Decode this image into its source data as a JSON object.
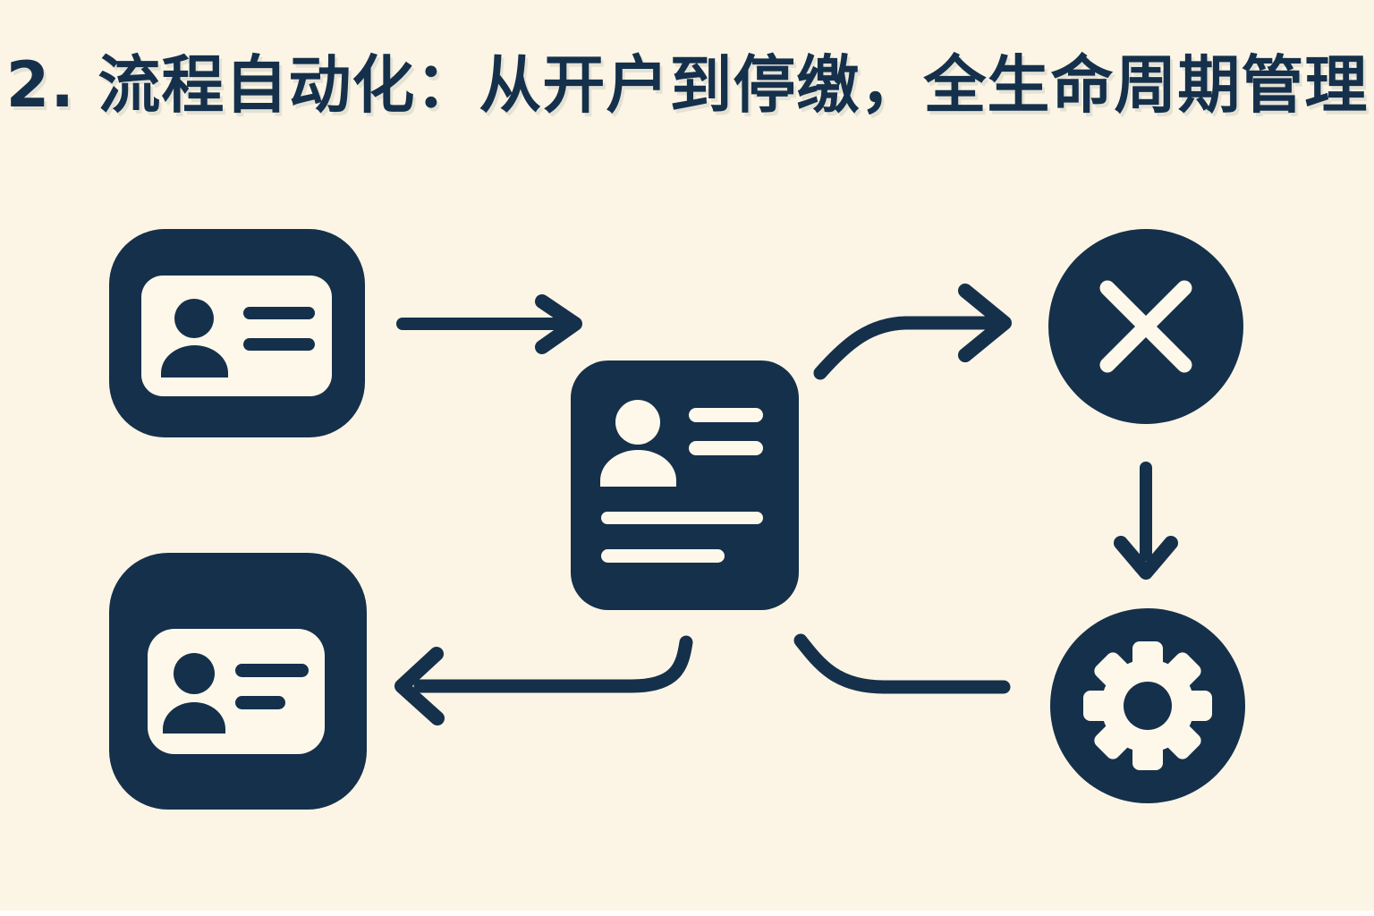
{
  "title": {
    "text": "2. 流程自动化：从开户到停缴，全生命周期管理"
  },
  "colors": {
    "background": "#fcf5e5",
    "navy": "#15304b",
    "cream": "#fdf8ea",
    "bottom_strip": "#ffffff"
  },
  "diagram": {
    "nodes": [
      {
        "icon": "id-card-icon",
        "position": "top-left"
      },
      {
        "icon": "profile-document-icon",
        "position": "center"
      },
      {
        "icon": "cancel-circle-icon",
        "position": "top-right"
      },
      {
        "icon": "gear-circle-icon",
        "position": "bottom-right"
      },
      {
        "icon": "id-card-icon",
        "position": "bottom-left"
      }
    ],
    "connectors": [
      {
        "from": "top-left",
        "to": "center",
        "style": "straight-right-arrow"
      },
      {
        "from": "center",
        "to": "top-right",
        "style": "curved-right-arrow"
      },
      {
        "from": "top-right",
        "to": "bottom-right",
        "style": "straight-down-arrow"
      },
      {
        "from": "bottom-right",
        "to": "center",
        "style": "curved-line-no-head"
      },
      {
        "from": "center",
        "to": "bottom-left",
        "style": "curved-left-arrow"
      }
    ]
  }
}
